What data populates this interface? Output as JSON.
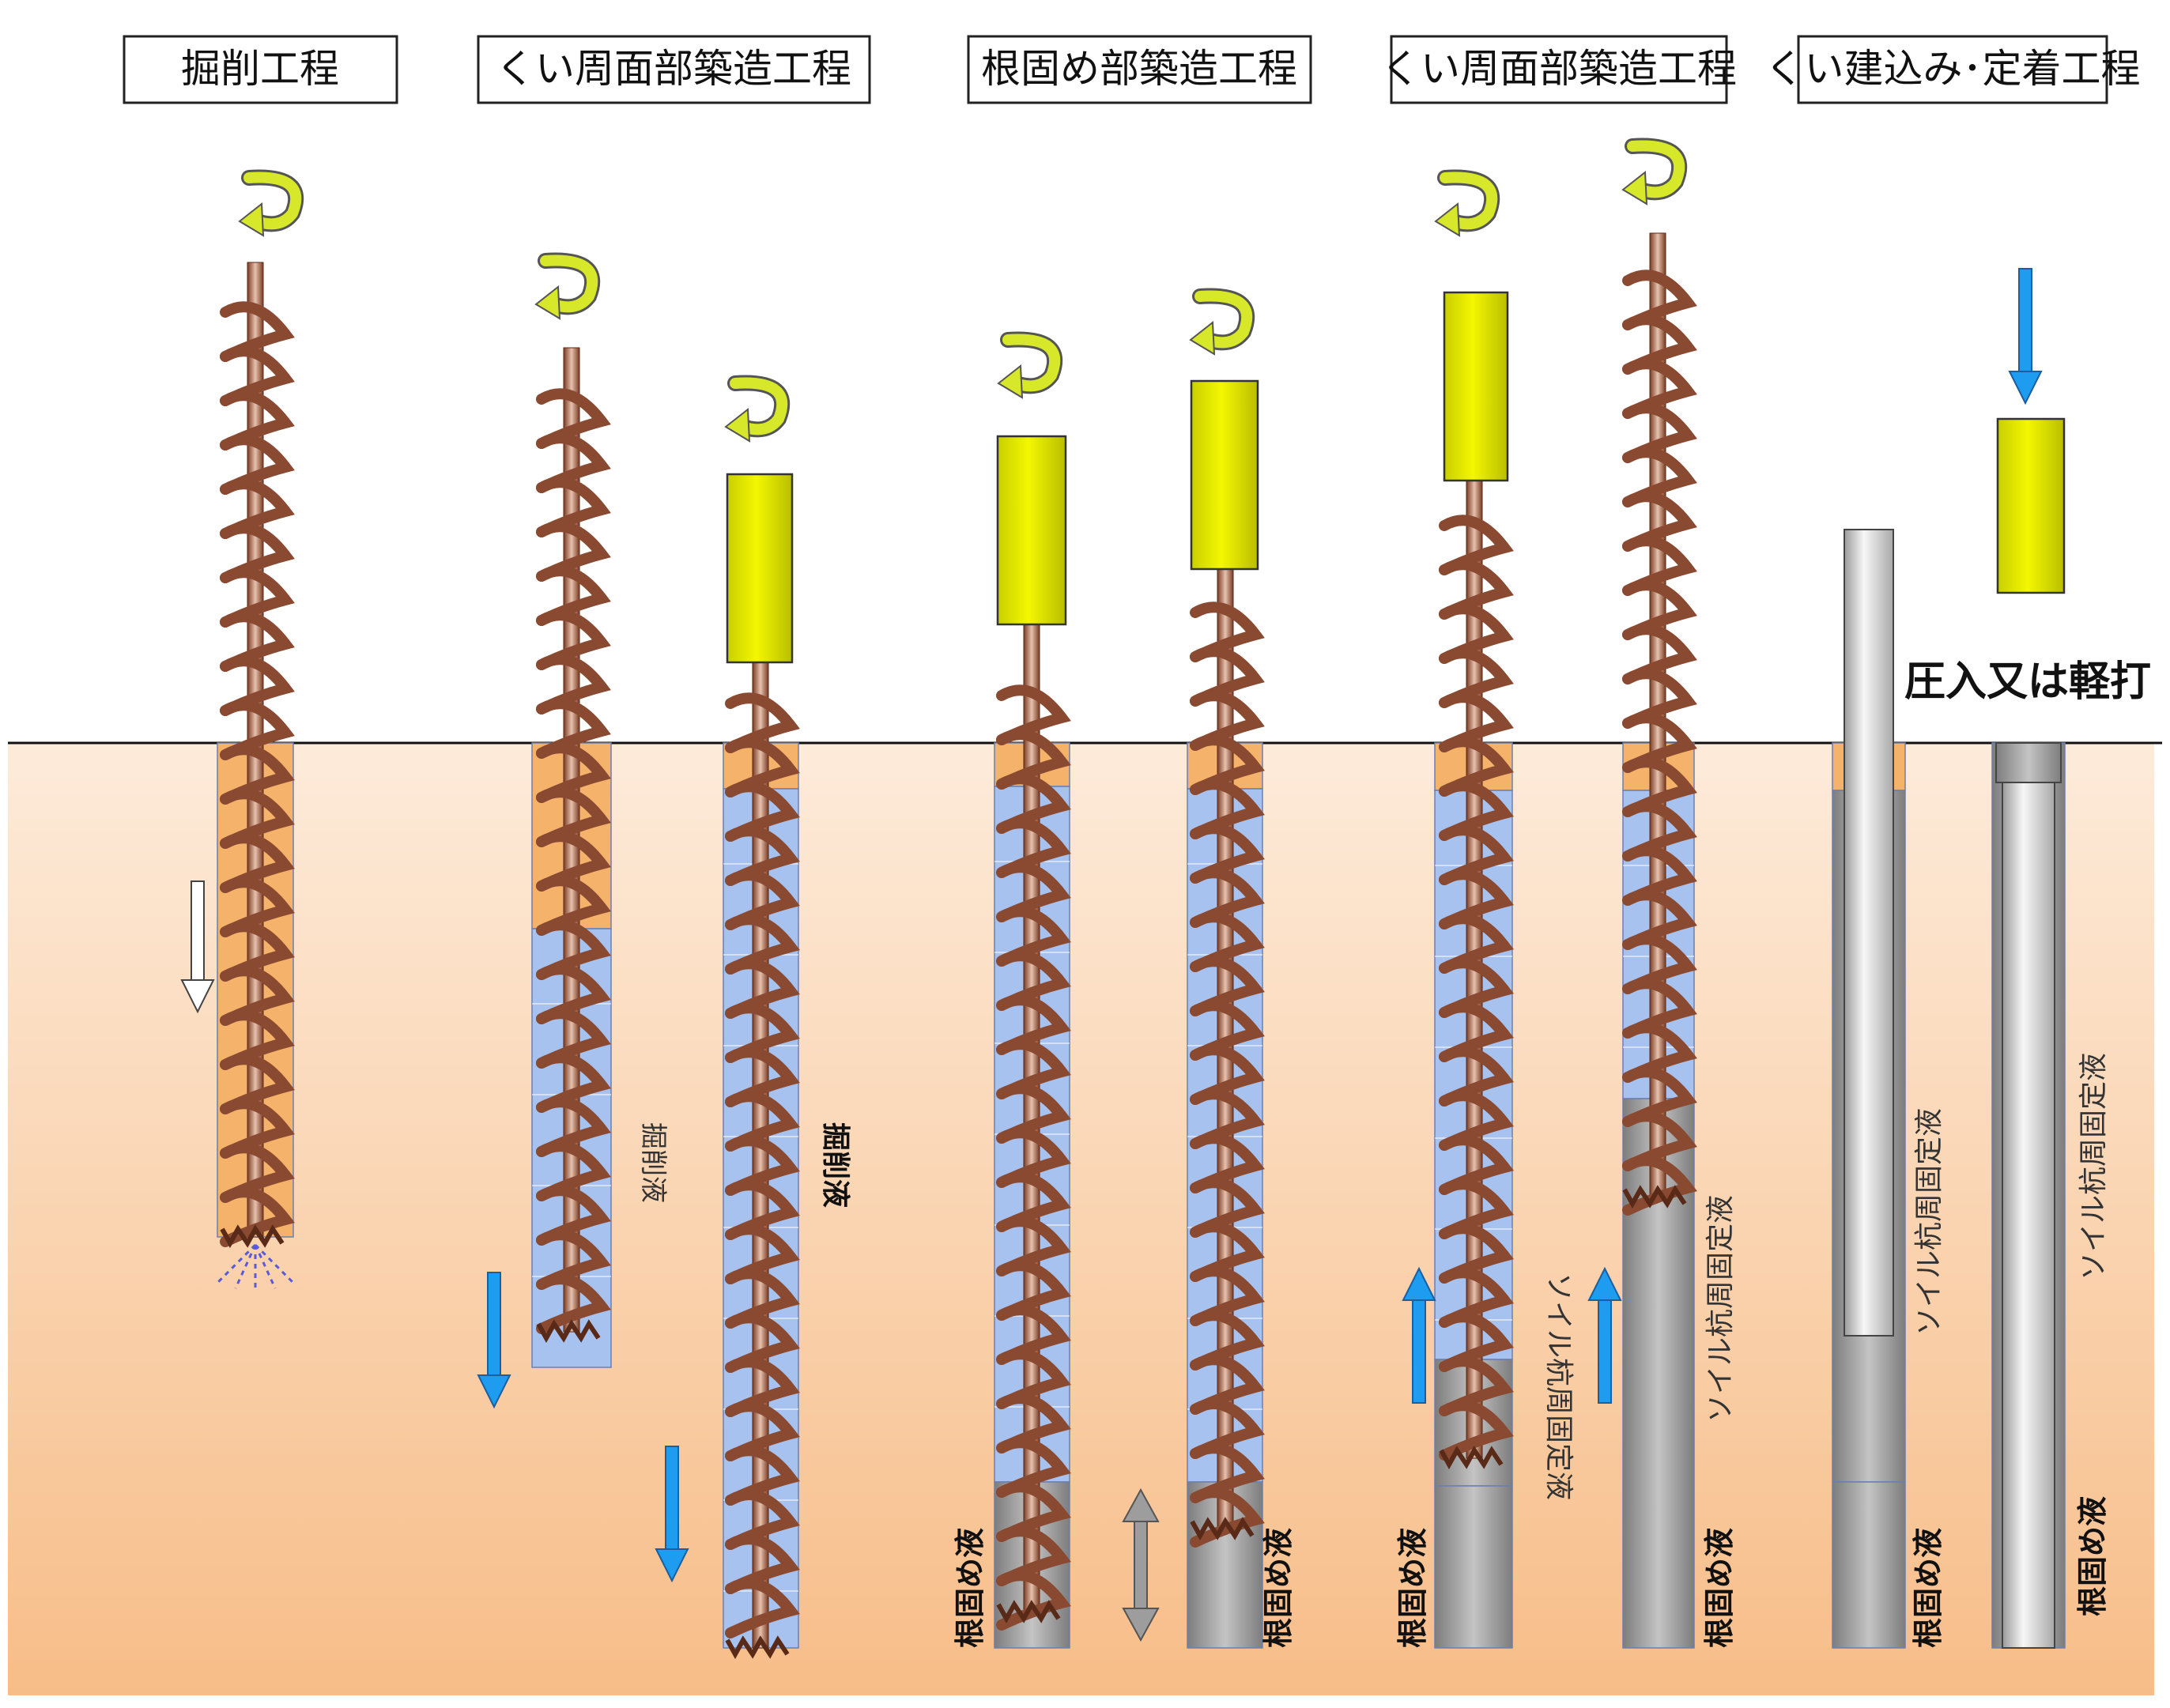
{
  "stages": [
    {
      "label": "掘削工程"
    },
    {
      "label": "くい周面部築造工程"
    },
    {
      "label": "根固め部築造工程"
    },
    {
      "label": "くい周面部築造工程"
    },
    {
      "label": "くい建込み･定着工程"
    }
  ],
  "annotations": {
    "press_or_tap": "圧入又は軽打",
    "excavation_fluid": "掘削液",
    "root_fluid": "根固め液",
    "soil_pile_fluid": "ソイル杭周固定液"
  },
  "colors": {
    "ground_top": "#fde9d6",
    "ground_bottom": "#f7be8a",
    "auger": "#8a4a32",
    "auger_light": "#c89a7e",
    "cap_yellow": "#e2e800",
    "blue_fill": "#a7c2ee",
    "orange_fill": "#f5b26a",
    "gray_fill": "#9d9d9d",
    "pile_white": "#e8e8e8",
    "arrow_blue": "#1e9cf0",
    "arrow_yellow": "#d7e82a"
  },
  "icons": {
    "rotation": "rotation-arrow-icon",
    "down": "down-arrow-icon",
    "up": "up-arrow-icon",
    "updown": "up-down-arrow-icon"
  }
}
